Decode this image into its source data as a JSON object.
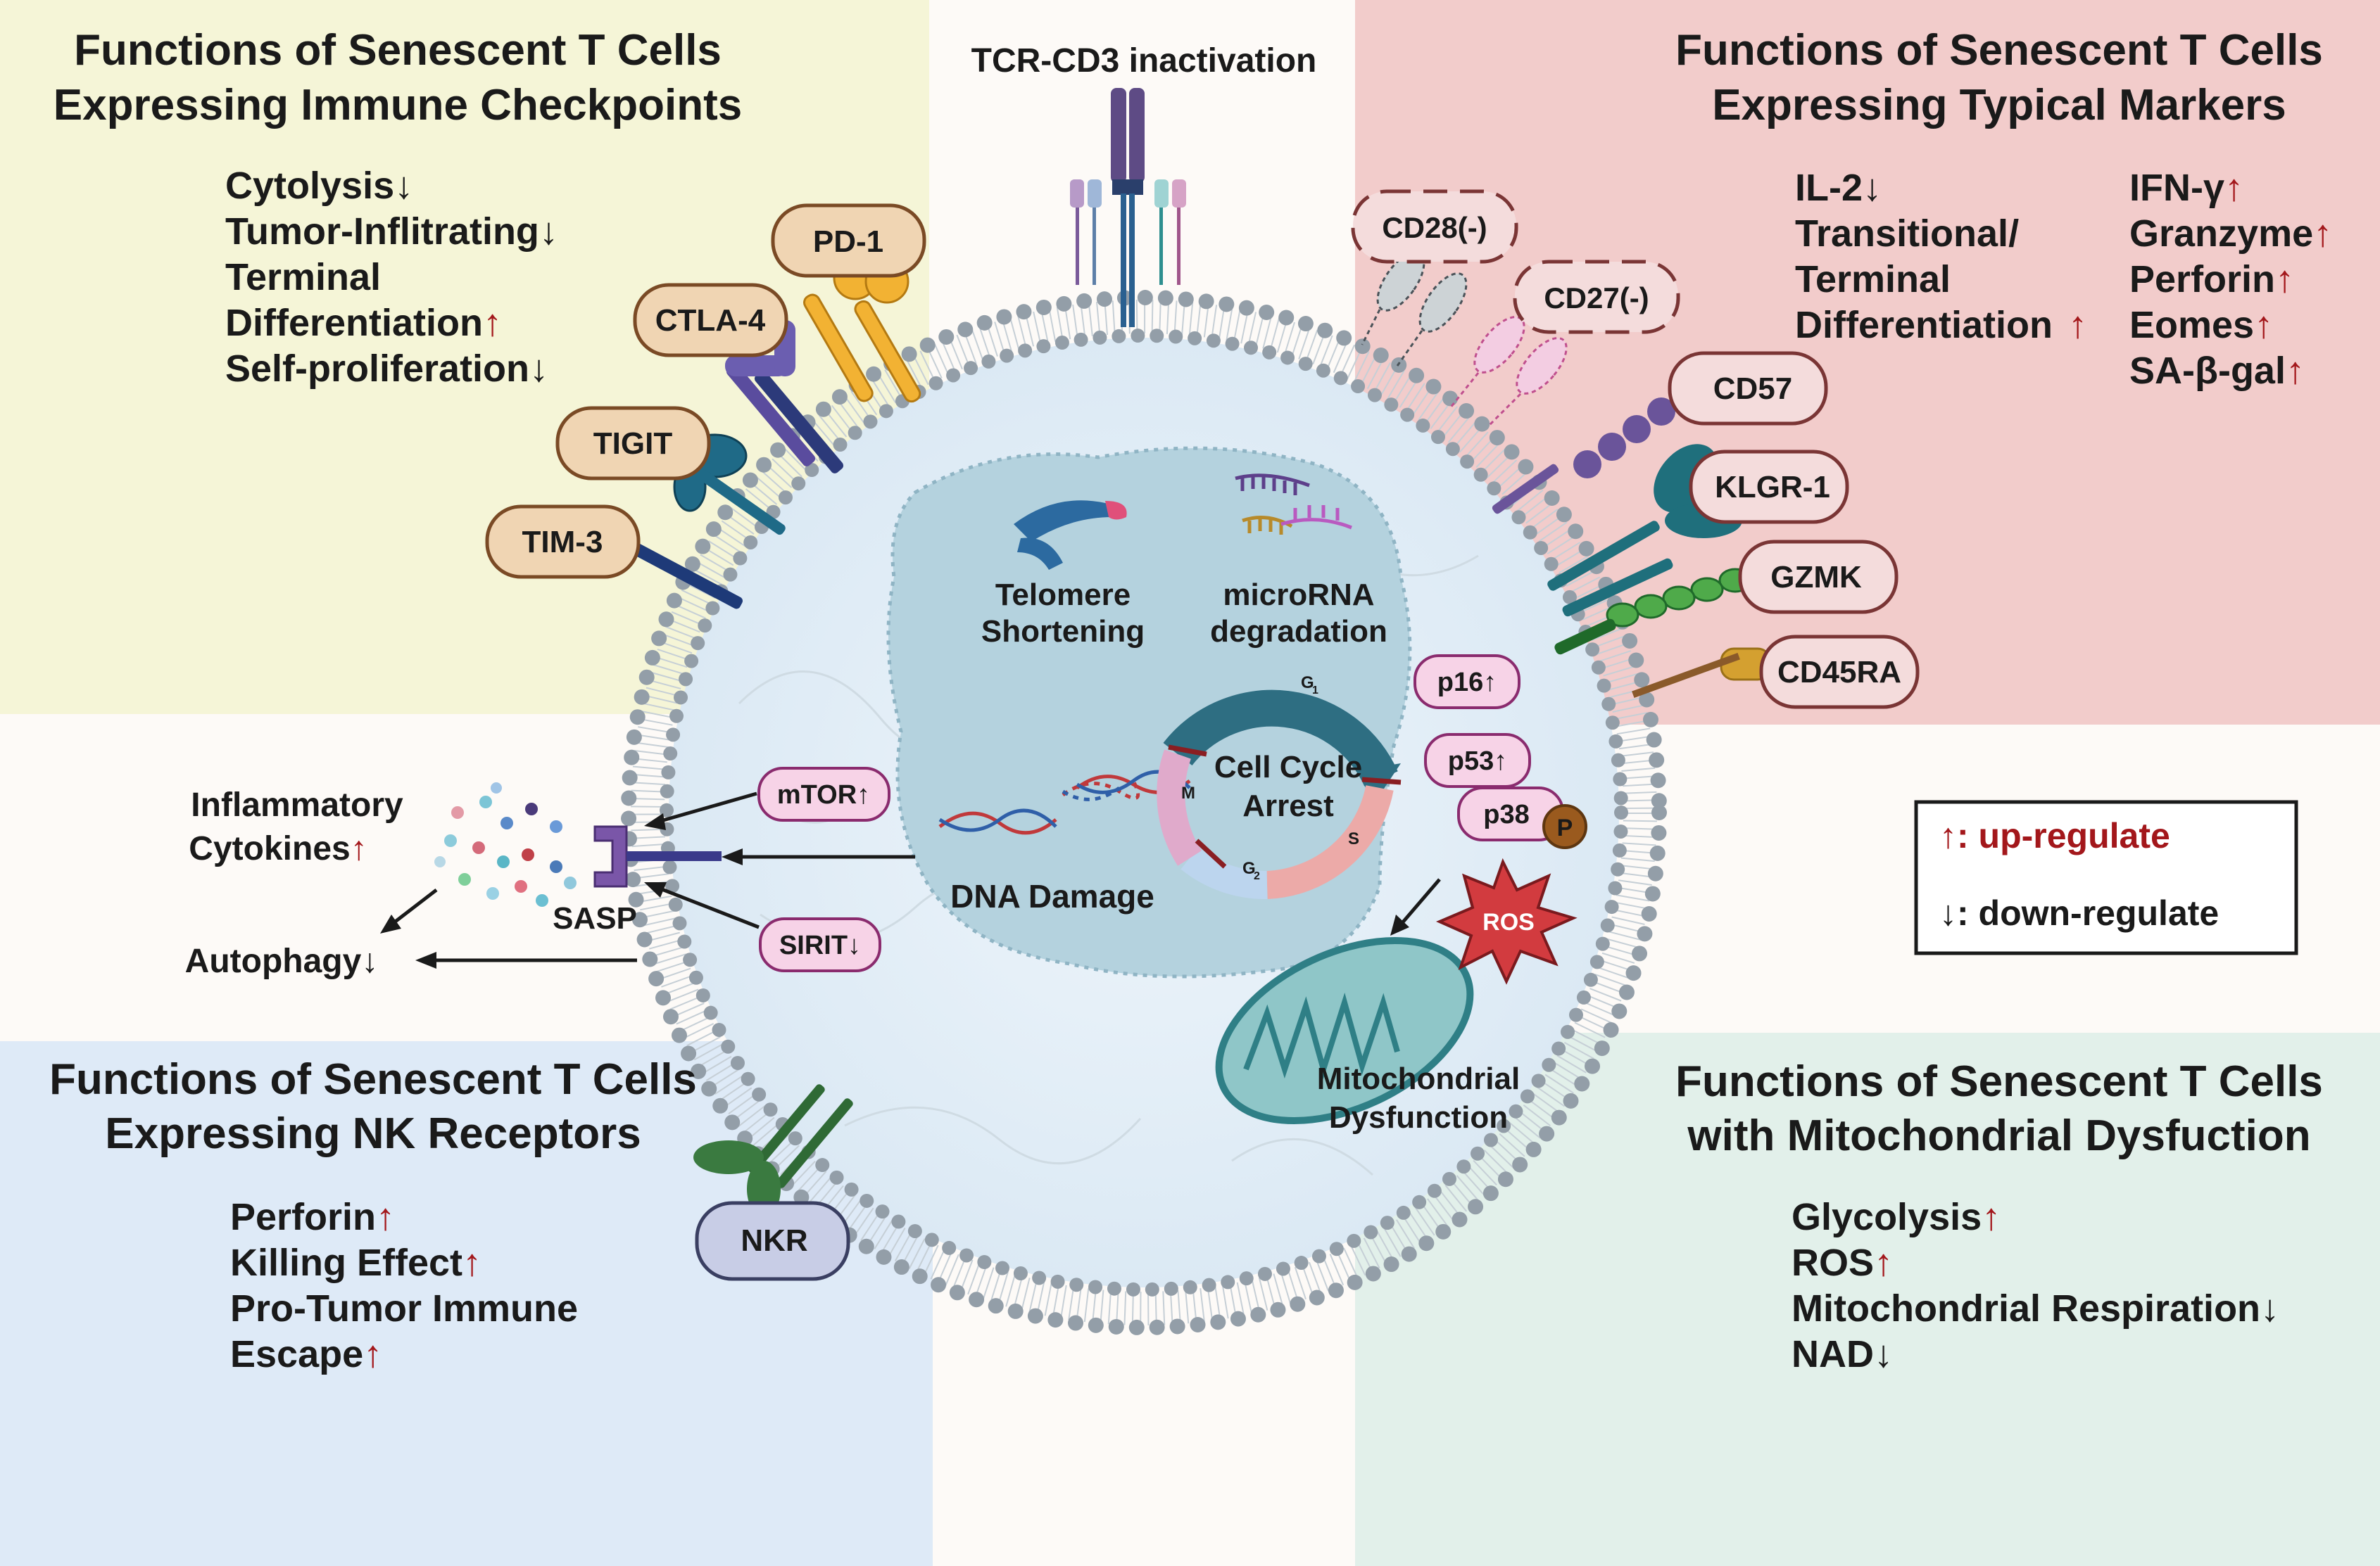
{
  "panels": {
    "checkpoints": {
      "title_line1": "Functions of Senescent T Cells",
      "title_line2": "Expressing Immune Checkpoints",
      "items": [
        {
          "text": "Cytolysis",
          "arrow": "↓"
        },
        {
          "text": "Tumor-Inflitrating",
          "arrow": "↓"
        },
        {
          "text": "Terminal",
          "arrow": ""
        },
        {
          "text": "Differentiation",
          "arrow": "↑"
        },
        {
          "text": "Self-proliferation",
          "arrow": "↓"
        }
      ],
      "receptors": [
        "PD-1",
        "CTLA-4",
        "TIGIT",
        "TIM-3"
      ]
    },
    "markers": {
      "title_line1": "Functions of Senescent T Cells",
      "title_line2": "Expressing Typical Markers",
      "left_items": [
        {
          "text": "IL-2",
          "arrow": "↓"
        },
        {
          "text": "Transitional/",
          "arrow": ""
        },
        {
          "text": "Terminal",
          "arrow": ""
        },
        {
          "text": "Differentiation",
          "arrow": "↑"
        }
      ],
      "right_items": [
        {
          "text": "IFN-γ",
          "arrow": "↑"
        },
        {
          "text": "Granzyme",
          "arrow": "↑"
        },
        {
          "text": "Perforin",
          "arrow": "↑"
        },
        {
          "text": "Eomes",
          "arrow": "↑"
        },
        {
          "text": "SA-β-gal",
          "arrow": "↑"
        }
      ],
      "receptors": [
        "CD28(-)",
        "CD27(-)",
        "CD57",
        "KLGR-1",
        "GZMK",
        "CD45RA"
      ]
    },
    "nk": {
      "title_line1": "Functions of Senescent T Cells",
      "title_line2": "Expressing NK Receptors",
      "items": [
        {
          "text": "Perforin",
          "arrow": "↑"
        },
        {
          "text": "Killing Effect",
          "arrow": "↑"
        },
        {
          "text": "Pro-Tumor Immune",
          "arrow": ""
        },
        {
          "text": "Escape",
          "arrow": "↑"
        }
      ],
      "receptor": "NKR"
    },
    "mito": {
      "title_line1": "Functions of Senescent T Cells",
      "title_line2": "with Mitochondrial Dysfuction",
      "items": [
        {
          "text": "Glycolysis",
          "arrow": "↑"
        },
        {
          "text": "ROS",
          "arrow": "↑"
        },
        {
          "text": "Mitochondrial Respiration",
          "arrow": "↓"
        },
        {
          "text": "NAD",
          "arrow": "↓"
        }
      ]
    }
  },
  "cell": {
    "tcr_label": "TCR-CD3 inactivation",
    "telomere_line1": "Telomere",
    "telomere_line2": "Shortening",
    "microrna_line1": "microRNA",
    "microrna_line2": "degradation",
    "dna_damage": "DNA Damage",
    "cell_cycle_line1": "Cell Cycle",
    "cell_cycle_line2": "Arrest",
    "phases": {
      "g1": "G",
      "g1_sub": "1",
      "s": "S",
      "g2": "G",
      "g2_sub": "2",
      "m": "M"
    },
    "p16": "p16↑",
    "p53": "p53↑",
    "p38": "p38",
    "phospho": "P",
    "ros": "ROS",
    "mito_line1": "Mitochondrial",
    "mito_line2": "Dysfunction",
    "mtor": "mTOR↑",
    "sirt": "SIRIT↓",
    "sasp": "SASP"
  },
  "sasp_outputs": {
    "inflam_line1": "Inflammatory",
    "inflam_line2": "Cytokines",
    "inflam_arrow": "↑",
    "autophagy": "Autophagy↓"
  },
  "legend": {
    "up_symbol": "↑",
    "up_text": ": up-regulate",
    "down_symbol": "↓",
    "down_text": ": down-regulate"
  },
  "colors": {
    "yellow_panel": "#f5f5d7",
    "red_panel": "#f2cccb",
    "blue_panel": "#deeaf7",
    "green_panel": "#e2f0ea",
    "up_arrow": "#a3171b",
    "nucleus": "#b4d2de",
    "membrane_head": "#9aa4ad"
  }
}
